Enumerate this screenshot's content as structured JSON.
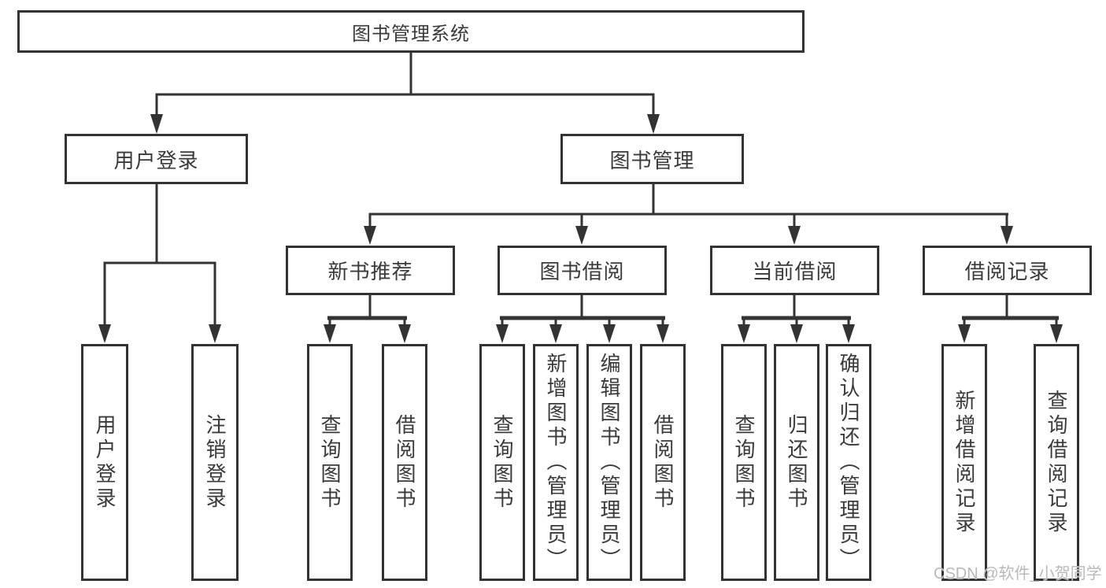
{
  "tree": {
    "root": {
      "label": "图书管理系统"
    },
    "children": [
      {
        "label": "用户登录",
        "children": [
          {
            "label": "用户登录"
          },
          {
            "label": "注销登录"
          }
        ]
      },
      {
        "label": "图书管理",
        "children": [
          {
            "label": "新书推荐",
            "children": [
              {
                "label": "查询图书"
              },
              {
                "label": "借阅图书"
              }
            ]
          },
          {
            "label": "图书借阅",
            "children": [
              {
                "label": "查询图书"
              },
              {
                "label": "新增图书（管理员）"
              },
              {
                "label": "编辑图书（管理员）"
              },
              {
                "label": "借阅图书"
              }
            ]
          },
          {
            "label": "当前借阅",
            "children": [
              {
                "label": "查询图书"
              },
              {
                "label": "归还图书"
              },
              {
                "label": "确认归还（管理员）"
              }
            ]
          },
          {
            "label": "借阅记录",
            "children": [
              {
                "label": "新增借阅记录"
              },
              {
                "label": "查询借阅记录"
              }
            ]
          }
        ]
      }
    ]
  },
  "watermark": "CSDN @软件_小贺同学",
  "colors": {
    "line": "#333333",
    "text": "#3a3a3a",
    "background": "#ffffff",
    "watermark": "#b9b9b9"
  }
}
